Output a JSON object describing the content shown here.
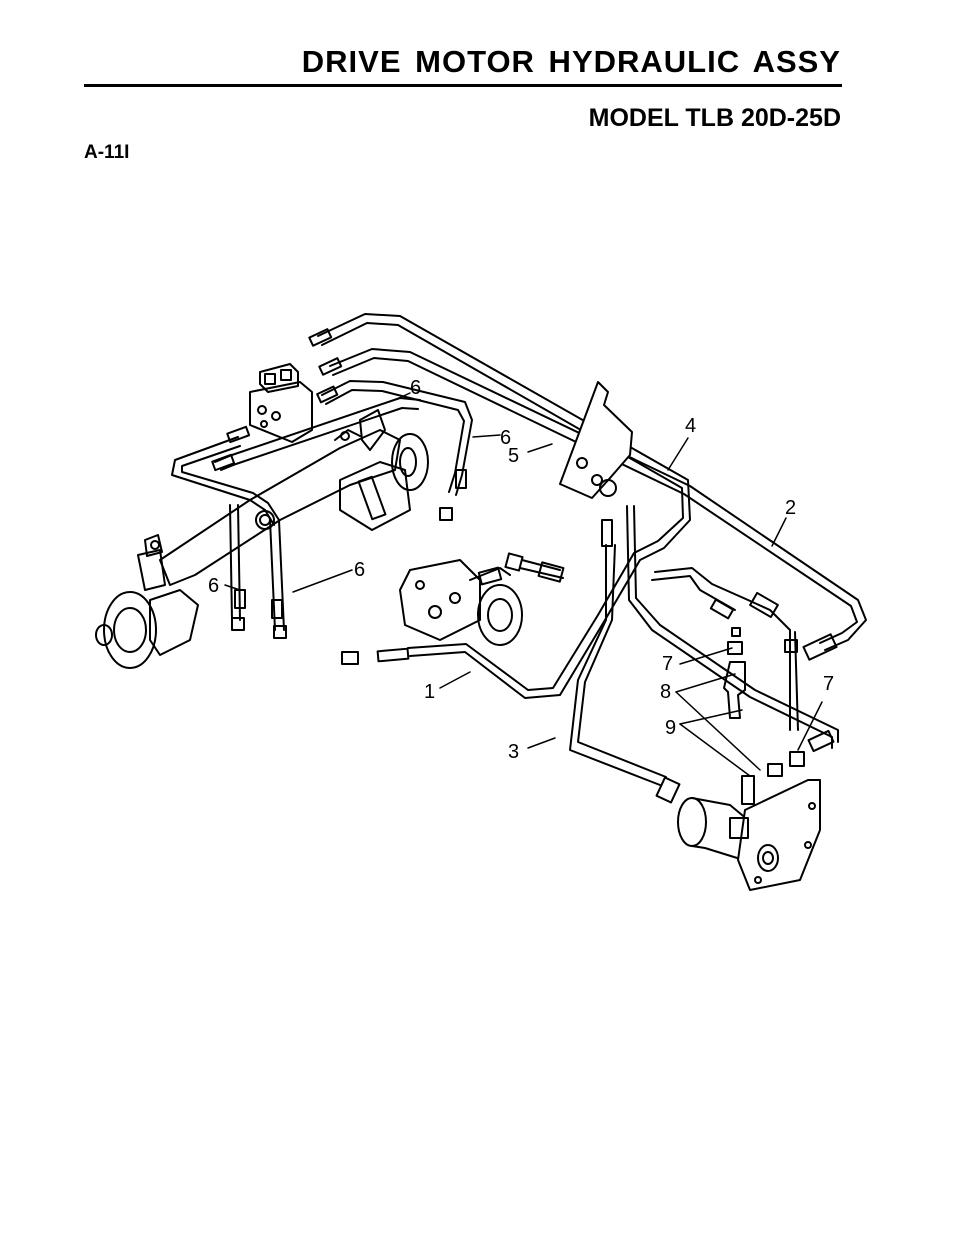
{
  "header": {
    "title": "DRIVE MOTOR HYDRAULIC ASSY",
    "model": "MODEL TLB 20D-25D",
    "page_id": "A-11I"
  },
  "diagram": {
    "callouts": [
      {
        "id": "1",
        "label": "1"
      },
      {
        "id": "2",
        "label": "2"
      },
      {
        "id": "3",
        "label": "3"
      },
      {
        "id": "4",
        "label": "4"
      },
      {
        "id": "5",
        "label": "5"
      },
      {
        "id": "6a",
        "label": "6"
      },
      {
        "id": "6b",
        "label": "6"
      },
      {
        "id": "6c",
        "label": "6"
      },
      {
        "id": "6d",
        "label": "6"
      },
      {
        "id": "7a",
        "label": "7"
      },
      {
        "id": "7b",
        "label": "7"
      },
      {
        "id": "8",
        "label": "8"
      },
      {
        "id": "9",
        "label": "9"
      }
    ]
  }
}
